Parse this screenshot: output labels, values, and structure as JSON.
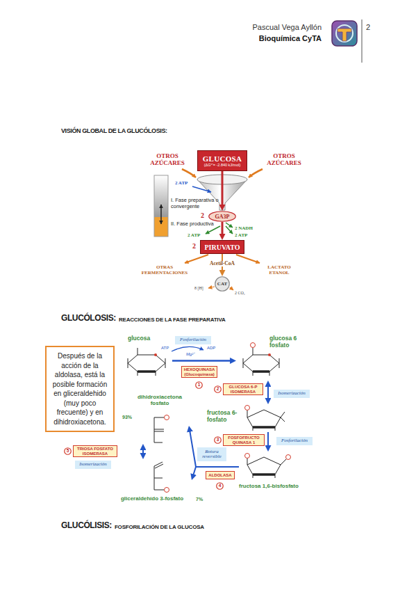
{
  "diagram": {
    "nodes": [
      {
        "text": [
          "GLUCOSA",
          "(ΔG°'= -2.840 kJ/mol)"
        ]
      },
      {
        "text": [
          "GA3P"
        ]
      },
      {
        "text": [
          "PIRUVATO"
        ]
      },
      {
        "text": [
          "CAT"
        ]
      },
      {
        "text": [
          "Después de la acción de la aldolasa, está la posible formación en gliceraldehido (muy poco frecuente) y en dihidroxiacetona."
        ]
      },
      {
        "text": [
          "glucosa"
        ]
      },
      {
        "text": [
          "Fosforilación"
        ]
      },
      {
        "text": [
          "HEXOQUINASA (Glucoquinasa)"
        ]
      },
      {
        "text": [
          "1"
        ]
      },
      {
        "text": [
          "glucosa 6 fosfato"
        ]
      },
      {
        "text": [
          "GLUCOSA 6-P ISOMERASA"
        ]
      },
      {
        "text": [
          "2"
        ]
      },
      {
        "text": [
          "Isomerización"
        ]
      },
      {
        "text": [
          "fructosa 6- fosfato"
        ]
      },
      {
        "text": [
          "dihidroxiacetona fosfato"
        ]
      },
      {
        "text": [
          "FOSFOFRUCTO QUINASA 1"
        ]
      },
      {
        "text": [
          "Fosforilación"
        ]
      },
      {
        "text": [
          "Rotura reversible"
        ]
      },
      {
        "text": [
          "3"
        ]
      },
      {
        "text": [
          "5"
        ]
      },
      {
        "text": [
          "TRIOSA FOSFATO ISOMERASA"
        ]
      },
      {
        "text": [
          "fructosa 1,6-bisfosfato"
        ]
      },
      {
        "text": [
          "ALDOLASA"
        ]
      },
      {
        "text": [
          "4"
        ]
      },
      {
        "text": [
          "Isomerización"
        ]
      },
      {
        "text": [
          "gliceraldehído 3-fosfato"
        ]
      }
    ],
    "edges": [
      {
        "from": 0,
        "to": 1,
        "arrow": "to"
      },
      {
        "from": 1,
        "to": 2,
        "arrow": "to"
      },
      {
        "from": 2,
        "to": 3,
        "arrow": "to",
        "label": "Acetil-CoA"
      },
      {
        "from": 5,
        "to": 9,
        "arrow": "to"
      },
      {
        "from": 9,
        "to": 13,
        "arrow": "both"
      },
      {
        "from": 13,
        "to": 21,
        "arrow": "to"
      },
      {
        "from": 21,
        "to": 14,
        "arrow": "to"
      },
      {
        "from": 21,
        "to": 25,
        "arrow": "to"
      },
      {
        "from": 14,
        "to": 25,
        "arrow": "both"
      }
    ],
    "labels": [
      "Pascual Vega Ayllón",
      "Bioquímica CyTA",
      "2",
      "VISIÓN GLOBAL DE LA GLUCÓLOSIS:",
      "OTROS AZÚCARES",
      "OTROS AZÚCARES",
      "2 ATP",
      "I. Fase preparativa o convergente",
      "II. Fase productiva",
      "2",
      "2 NADH",
      "2 ATP",
      "2 ATP",
      "2",
      "OTRAS FERMENTACIONES",
      "LACTATO ETANOL",
      "8 [H]",
      "2 CO₂",
      "GLUCÓLOSIS:",
      "REACCIONES DE LA FASE PREPARATIVA",
      "ATP",
      "ADP",
      "Mg²⁺",
      "93%",
      "7%",
      "GLUCÓLISIS:",
      "FOSFORILACIÓN DE LA GLUCOSA"
    ]
  }
}
